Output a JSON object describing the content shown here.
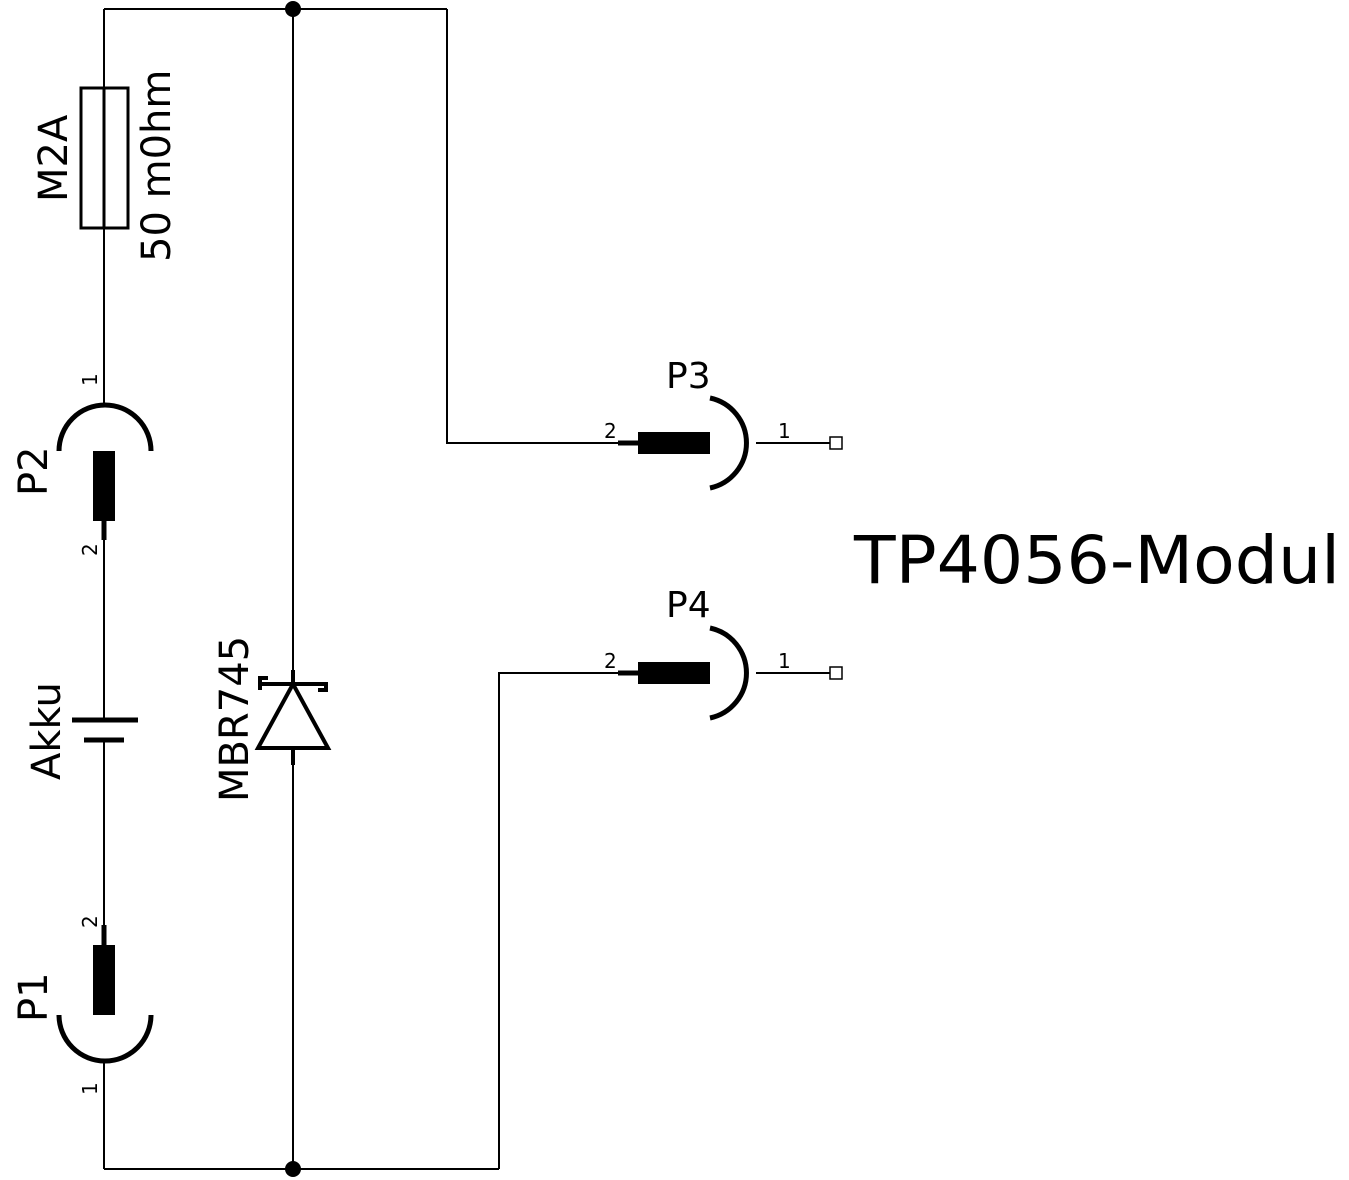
{
  "components": {
    "fuse": {
      "ref": "M2A",
      "value": "50 m0hm"
    },
    "battery": {
      "ref": "Akku"
    },
    "diode": {
      "ref": "MBR745"
    },
    "p1": {
      "ref": "P1",
      "pin1": "1",
      "pin2": "2"
    },
    "p2": {
      "ref": "P2",
      "pin1": "1",
      "pin2": "2"
    },
    "p3": {
      "ref": "P3",
      "pin1": "1",
      "pin2": "2"
    },
    "p4": {
      "ref": "P4",
      "pin1": "1",
      "pin2": "2"
    }
  },
  "module_label": "TP4056-Modul"
}
